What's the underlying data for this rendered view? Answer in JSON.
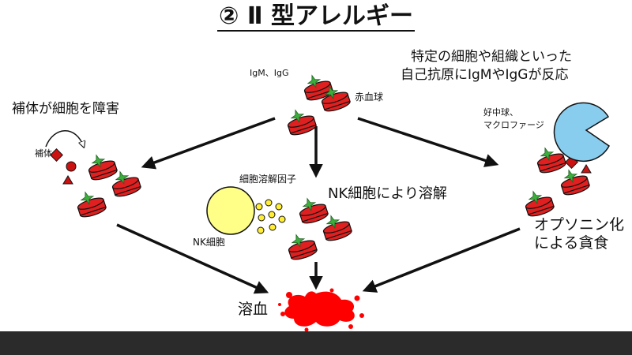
{
  "title": "② Ⅱ 型アレルギー",
  "labels": {
    "antibodies": "IgM、IgG",
    "rbc": "赤血球",
    "description_line1": "特定の細胞や組織といった",
    "description_line2": "自己抗原にIgMやIgGが反応",
    "complement_heading": "補体が細胞を障害",
    "complement": "補体",
    "phagocyte_line1": "好中球、",
    "phagocyte_line2": "マクロファージ",
    "cytolytic_factor": "細胞溶解因子",
    "nk_heading": "NK細胞により溶解",
    "nk_cell": "NK細胞",
    "opsonin_line1": "オプソニン化",
    "opsonin_line2": "による貪食",
    "hemolysis": "溶血"
  },
  "colors": {
    "rbc": "#e02020",
    "rbc_outline": "#111111",
    "antibody": "#3cae3c",
    "nk_cell": "#ffff88",
    "granule": "#ffee33",
    "macrophage": "#88ccee",
    "complement": "#cc1111",
    "blood": "#ff0000",
    "bottom_bar": "#2b2b2b"
  },
  "icons": [
    "red-blood-cell-icon",
    "antibody-icon",
    "complement-icon",
    "nk-cell-icon",
    "macrophage-icon",
    "blood-splatter-icon",
    "curved-arrow-icon"
  ]
}
